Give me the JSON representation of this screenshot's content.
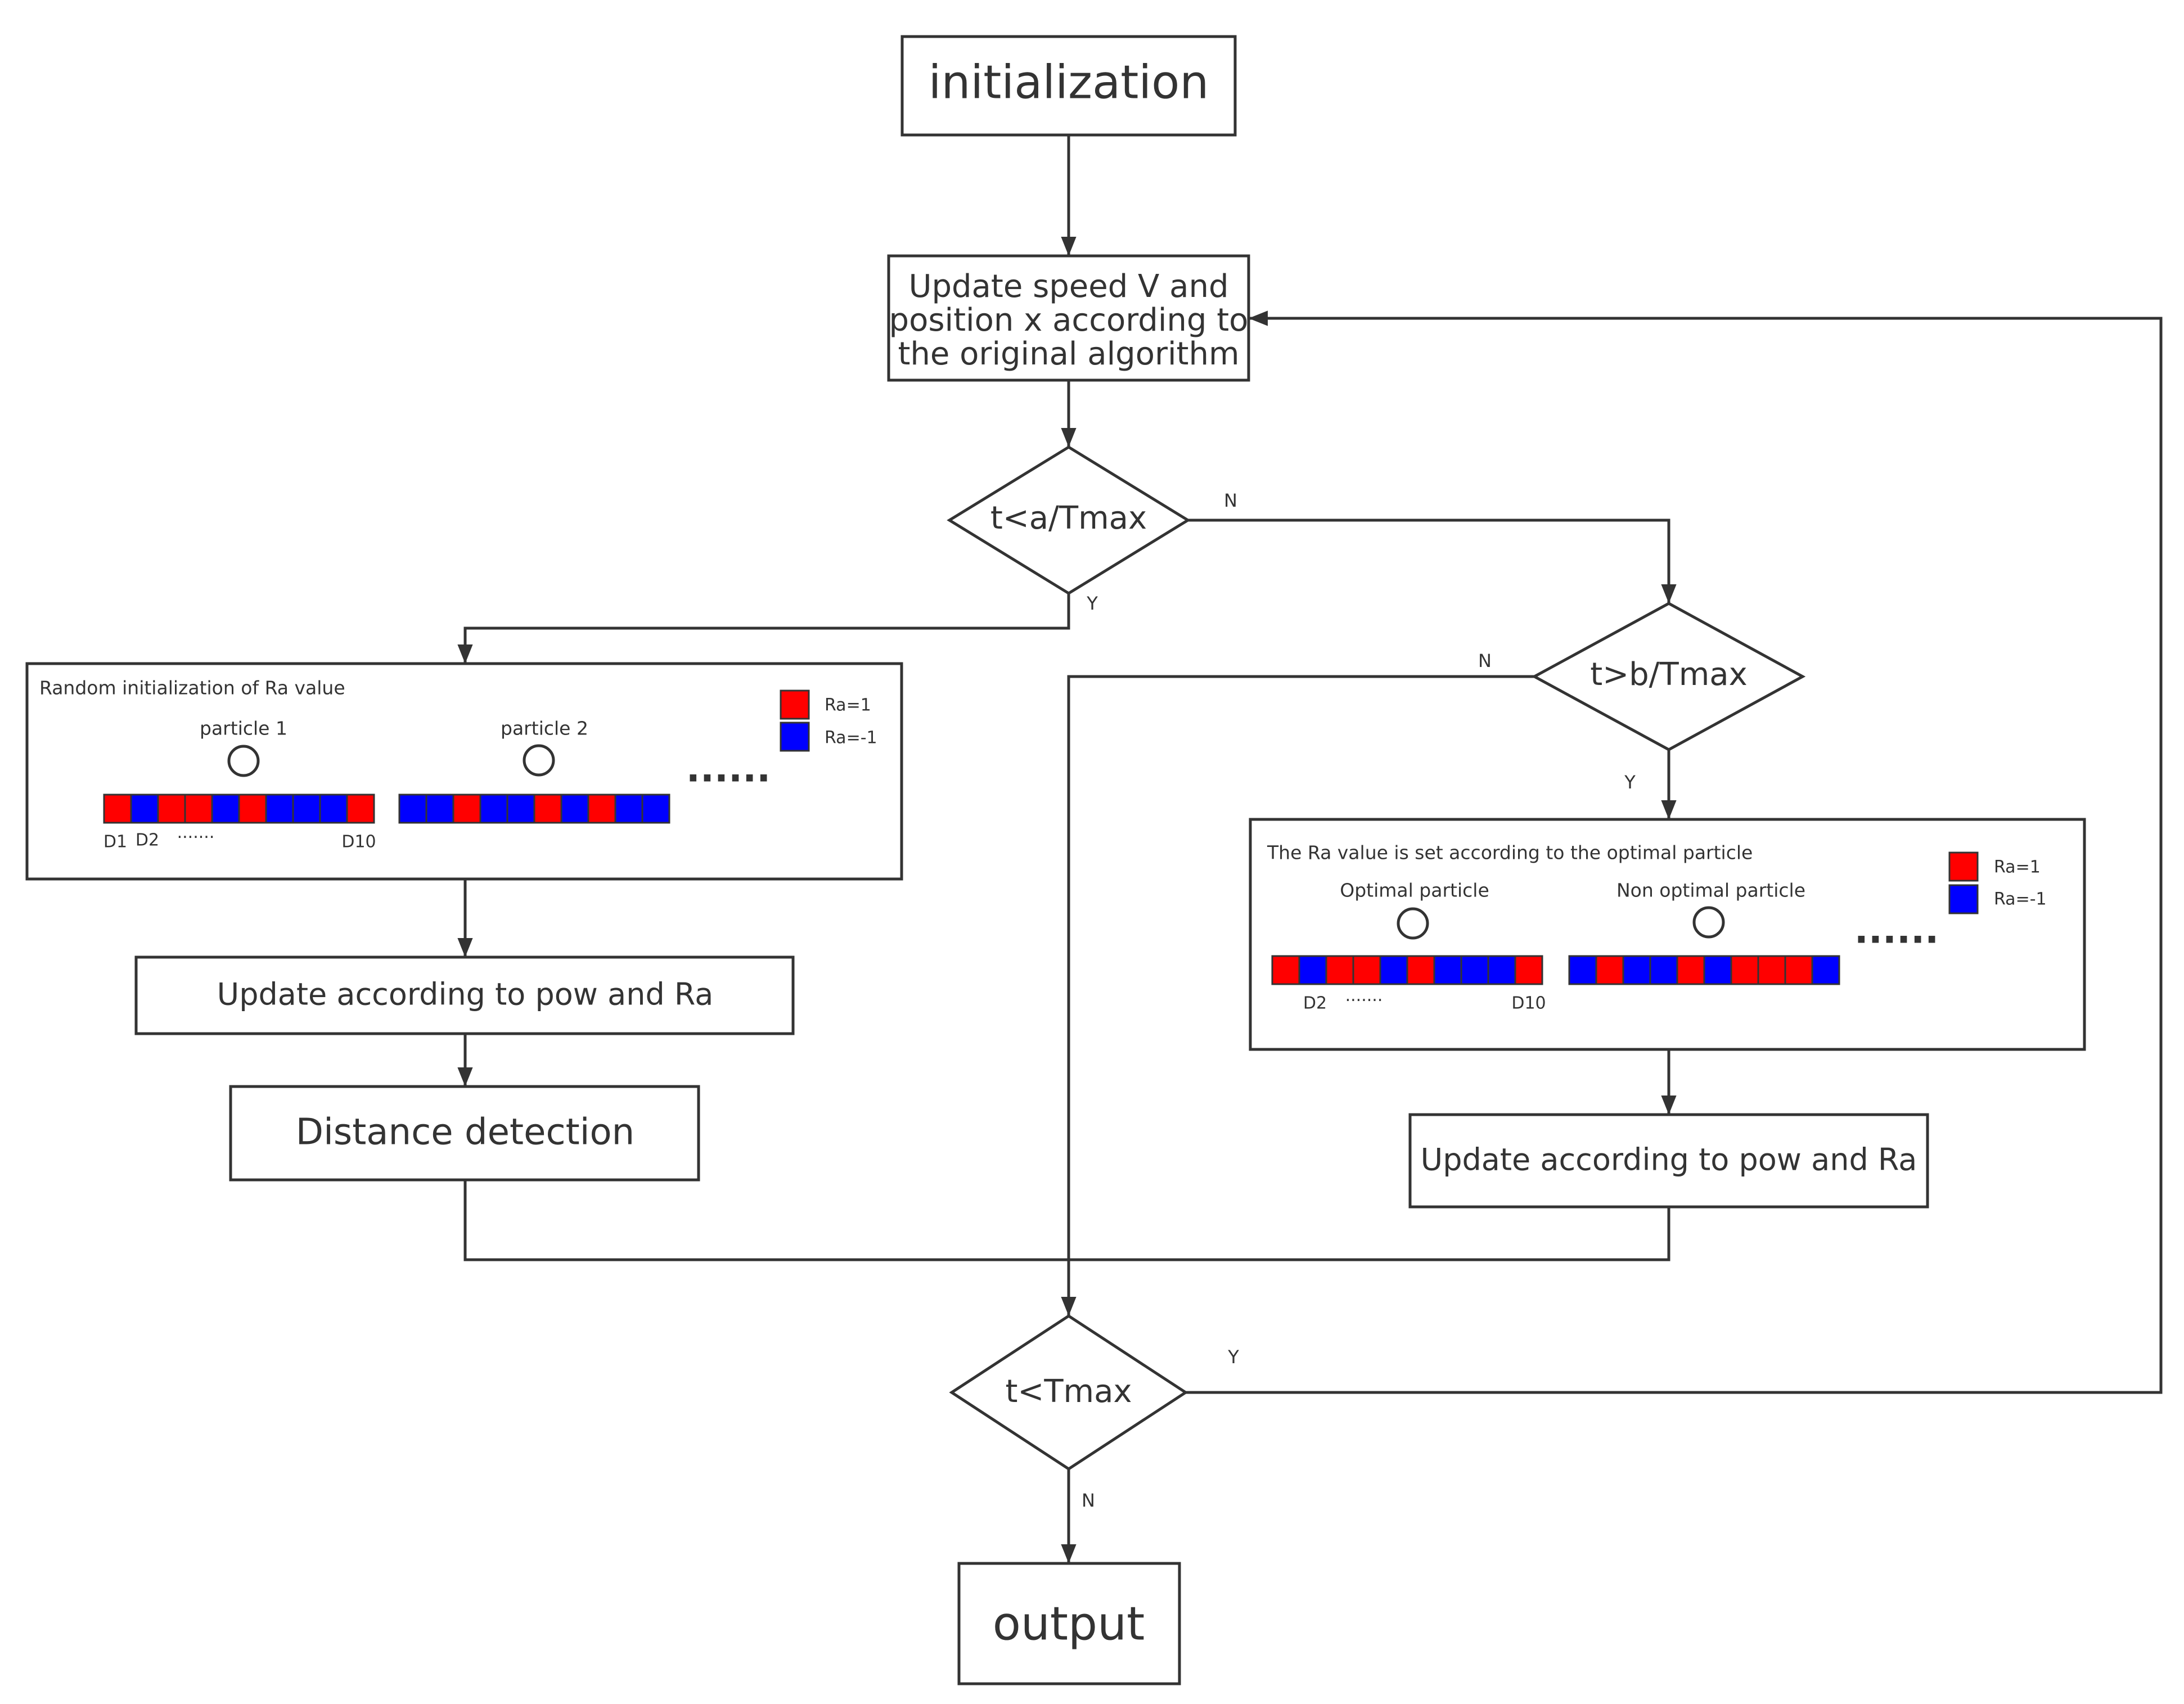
{
  "nodes": {
    "init": "initialization",
    "update_speed": [
      "Update speed V and",
      "position x according to",
      "the original algorithm"
    ],
    "cond_a": "t<a/Tmax",
    "cond_b": "t>b/Tmax",
    "update_pow_left": "Update according to pow and Ra",
    "distance": "Distance detection",
    "update_pow_right": "Update according to pow and Ra",
    "cond_t": "t<Tmax",
    "output": "output"
  },
  "edge_labels": {
    "a_no": "N",
    "a_yes": "Y",
    "b_no": "N",
    "b_yes": "Y",
    "t_yes": "Y",
    "t_no": "N"
  },
  "left_panel": {
    "title": "Random initialization of Ra value",
    "particle1": "particle 1",
    "particle2": "particle 2",
    "ellipsis": "······",
    "dim_labels": {
      "d1": "D1",
      "d2": "D2",
      "dots": "·······",
      "d10": "D10"
    },
    "legend": {
      "pos": "Ra=1",
      "neg": "Ra=-1"
    },
    "particle1_cells": [
      "r",
      "b",
      "r",
      "r",
      "b",
      "r",
      "b",
      "b",
      "b",
      "r"
    ],
    "particle2_cells": [
      "b",
      "b",
      "r",
      "b",
      "b",
      "r",
      "b",
      "r",
      "b",
      "b"
    ]
  },
  "right_panel": {
    "title": "The Ra value is set according to the optimal particle",
    "optimal": "Optimal particle",
    "non_optimal": "Non optimal particle",
    "ellipsis": "······",
    "dim_labels": {
      "d2": "D2",
      "dots": "·······",
      "d10": "D10"
    },
    "legend": {
      "pos": "Ra=1",
      "neg": "Ra=-1"
    },
    "optimal_cells": [
      "r",
      "b",
      "r",
      "r",
      "b",
      "r",
      "b",
      "b",
      "b",
      "r"
    ],
    "non_optimal_cells": [
      "b",
      "r",
      "b",
      "b",
      "r",
      "b",
      "r",
      "r",
      "r",
      "b"
    ]
  },
  "colors": {
    "red": "#ff0000",
    "blue": "#0000ff",
    "line": "#333333"
  }
}
